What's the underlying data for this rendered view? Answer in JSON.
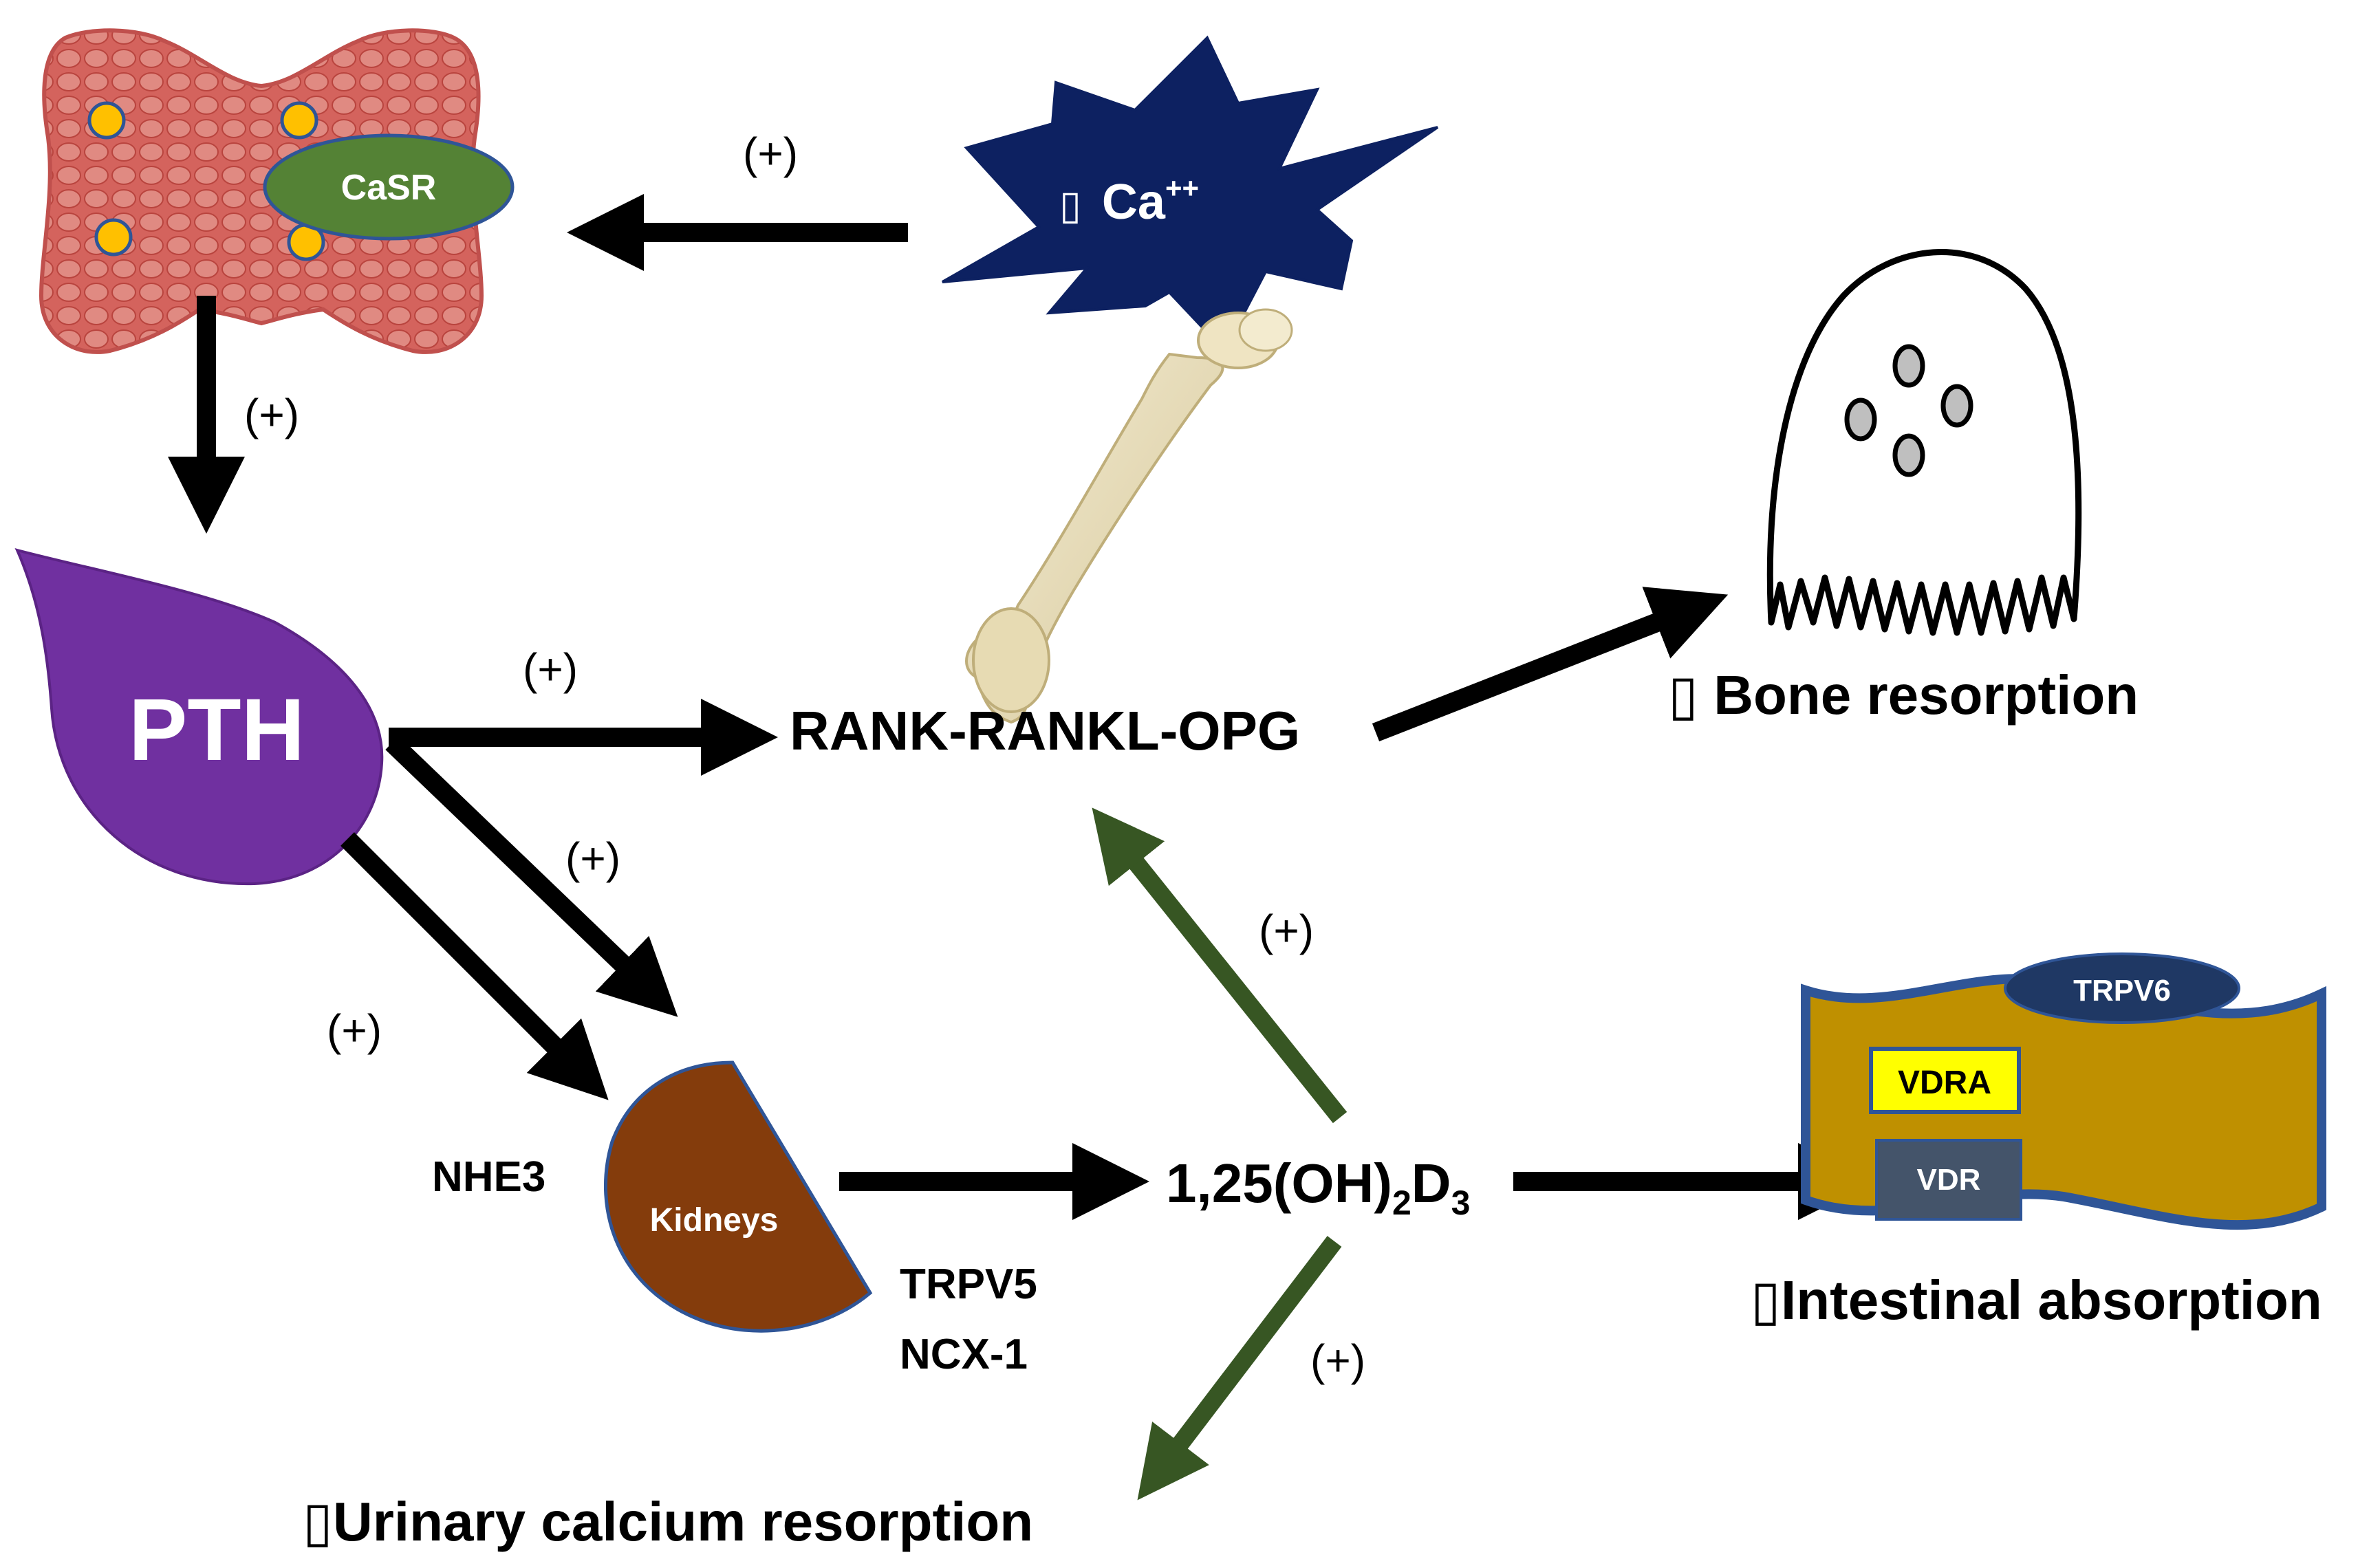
{
  "labels": {
    "casr": "CaSR",
    "calcium_box": "▯",
    "calcium": "Ca",
    "calcium_sup": "++",
    "pth": "PTH",
    "rank": "RANK-RANKL-OPG",
    "bone_resorption": "▯ Bone resorption",
    "kidneys": "Kidneys",
    "nhe3": "NHE3",
    "trpv5": "TRPV5",
    "ncx1": "NCX-1",
    "vitd_main": "1,25(OH)",
    "vitd_sub2": "2",
    "vitd_d": "D",
    "vitd_sub3": "3",
    "trpv6": "TRPV6",
    "vdra": "VDRA",
    "vdr": "VDR",
    "intestinal_absorption": "▯Intestinal absorption",
    "urinary_resorption": "▯Urinary calcium resorption"
  },
  "signs": {
    "calcium_to_casr": "(+)",
    "thyroid_to_pth": "(+)",
    "pth_to_rank": "(+)",
    "pth_to_kidneys_upper": "(+)",
    "pth_to_kidneys_lower": "(+)",
    "vitd_to_rank": "(+)",
    "vitd_to_urinary": "(+)"
  },
  "colors": {
    "thyroid": "#d4635d",
    "casr_fill": "#548235",
    "calcium_star": "#0d2161",
    "pth": "#7030a0",
    "kidney": "#843c0c",
    "intestine": "#bf9000",
    "intestine_border": "#2f5597",
    "trpv6": "#1f3864",
    "vdra": "#ffff00",
    "vdr": "#44546a",
    "green_arrow": "#375623",
    "black_arrow": "#000000",
    "yellow_dot": "#ffc000"
  }
}
